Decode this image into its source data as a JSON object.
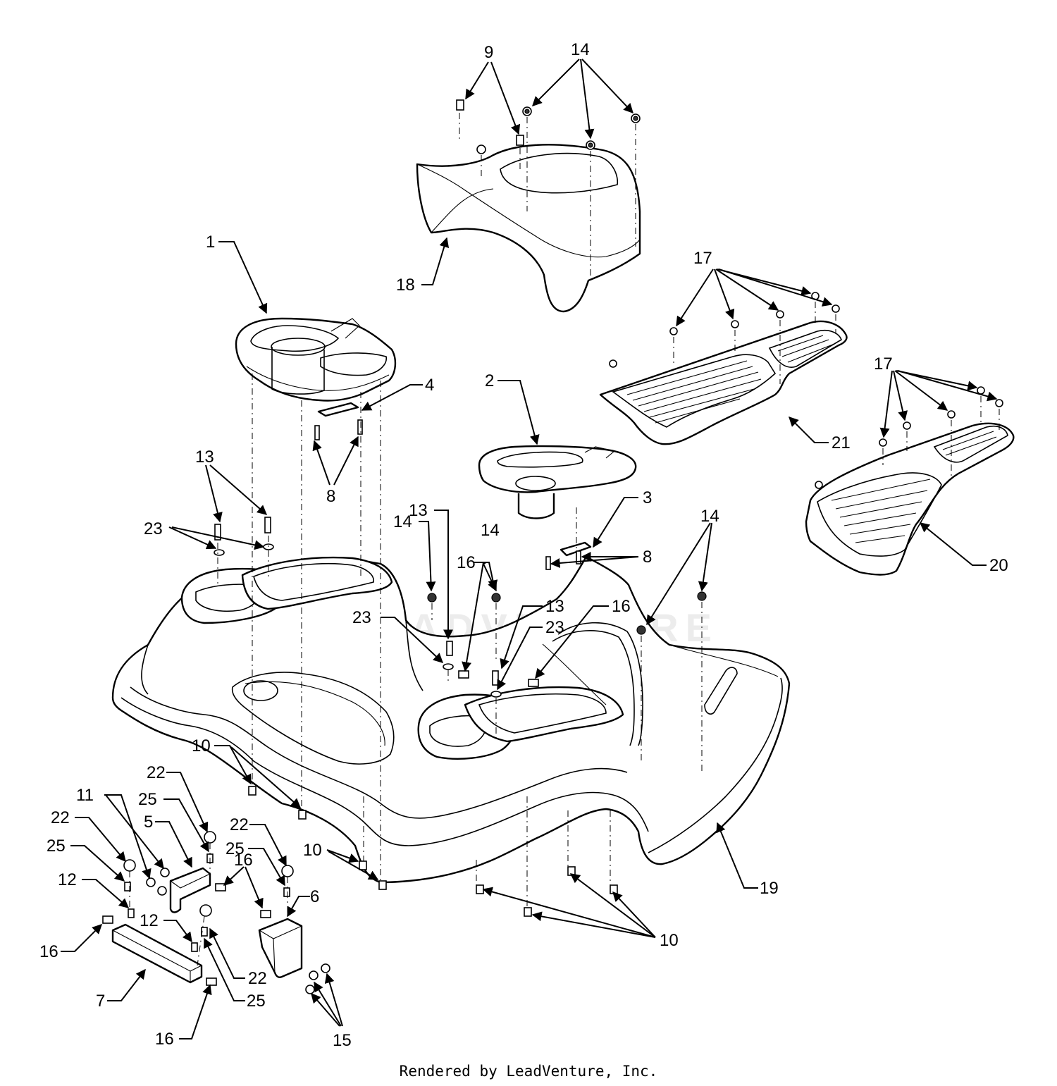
{
  "diagram": {
    "watermark": "LEADVENTURE",
    "callouts": [
      {
        "label": "9"
      },
      {
        "label": "14"
      },
      {
        "label": "18"
      },
      {
        "label": "1"
      },
      {
        "label": "4"
      },
      {
        "label": "8"
      },
      {
        "label": "13"
      },
      {
        "label": "23"
      },
      {
        "label": "2"
      },
      {
        "label": "3"
      },
      {
        "label": "8"
      },
      {
        "label": "13"
      },
      {
        "label": "14"
      },
      {
        "label": "16"
      },
      {
        "label": "14"
      },
      {
        "label": "13"
      },
      {
        "label": "23"
      },
      {
        "label": "23"
      },
      {
        "label": "16"
      },
      {
        "label": "14"
      },
      {
        "label": "17"
      },
      {
        "label": "21"
      },
      {
        "label": "17"
      },
      {
        "label": "20"
      },
      {
        "label": "10"
      },
      {
        "label": "22"
      },
      {
        "label": "11"
      },
      {
        "label": "25"
      },
      {
        "label": "22"
      },
      {
        "label": "5"
      },
      {
        "label": "25"
      },
      {
        "label": "12"
      },
      {
        "label": "16"
      },
      {
        "label": "7"
      },
      {
        "label": "12"
      },
      {
        "label": "22"
      },
      {
        "label": "25"
      },
      {
        "label": "16"
      },
      {
        "label": "6"
      },
      {
        "label": "22"
      },
      {
        "label": "25"
      },
      {
        "label": "16"
      },
      {
        "label": "10"
      },
      {
        "label": "10"
      },
      {
        "label": "19"
      },
      {
        "label": "15"
      }
    ]
  },
  "footer": {
    "text": "Rendered by LeadVenture, Inc."
  }
}
